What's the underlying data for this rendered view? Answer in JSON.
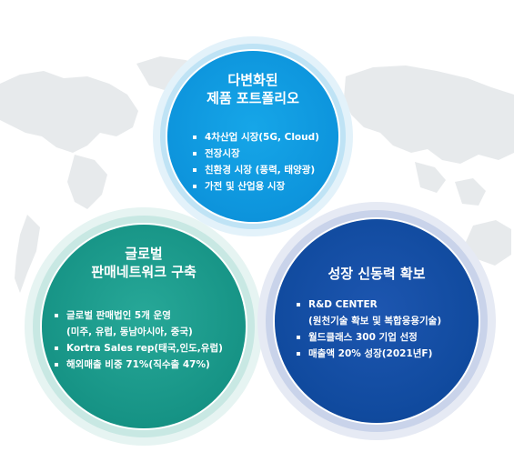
{
  "circles": {
    "top": {
      "title_lines": [
        "다변화된",
        "제품 포트폴리오"
      ],
      "color": "#0d94dc",
      "items": [
        [
          "4차산업 시장(5G, Cloud)"
        ],
        [
          "전장시장"
        ],
        [
          "친환경 시장 (풍력, 태양광)"
        ],
        [
          "가전 및 산업용 시장"
        ]
      ]
    },
    "left": {
      "title_lines": [
        "글로벌",
        "판매네트워크 구축"
      ],
      "color": "#169385",
      "items": [
        [
          "글로벌 판매법인 5개 운영",
          "(미주, 유럽, 동남아시아, 중국)"
        ],
        [
          "Kortra Sales rep(태국,인도,유럽)"
        ],
        [
          "해외매출 비중 71%(직수출 47%)"
        ]
      ]
    },
    "right": {
      "title_lines": [
        "성장 신동력 확보"
      ],
      "color": "#104a9e",
      "items": [
        [
          "R&D CENTER",
          "(원천기술 확보 및 복합응용기술)"
        ],
        [
          "월드클래스 300 기업 선정"
        ],
        [
          "매출액 20% 성장(2021년F)"
        ]
      ]
    }
  }
}
